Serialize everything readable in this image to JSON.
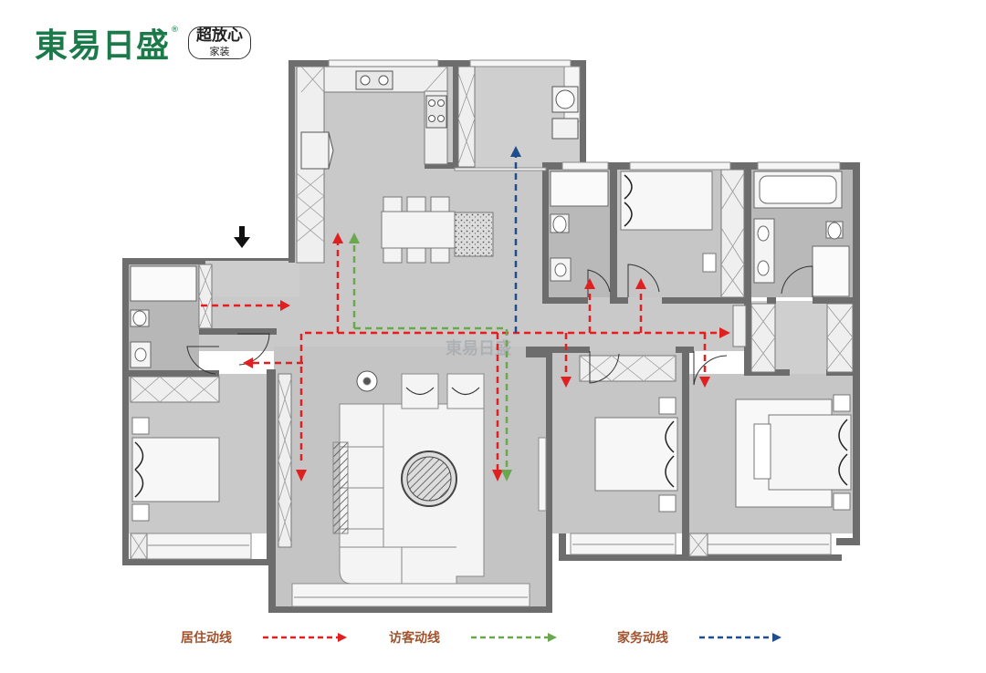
{
  "logo": {
    "brand": "東易日盛",
    "reg": "®",
    "badge_top": "超放心",
    "badge_bottom": "家装"
  },
  "watermark": "東易日盛",
  "legend": [
    {
      "label": "居住动线",
      "color": "#e02020"
    },
    {
      "label": "访客动线",
      "color": "#6aa84f"
    },
    {
      "label": "家务动线",
      "color": "#1f4e8c"
    }
  ],
  "colors": {
    "wall": "#6d6d6d",
    "floor": "#c8c8c8",
    "room_light": "#d3d3d3",
    "furniture": "#f2f2f2",
    "living": "#e02020",
    "visitor": "#6aa84f",
    "chores": "#1f4e8c"
  }
}
